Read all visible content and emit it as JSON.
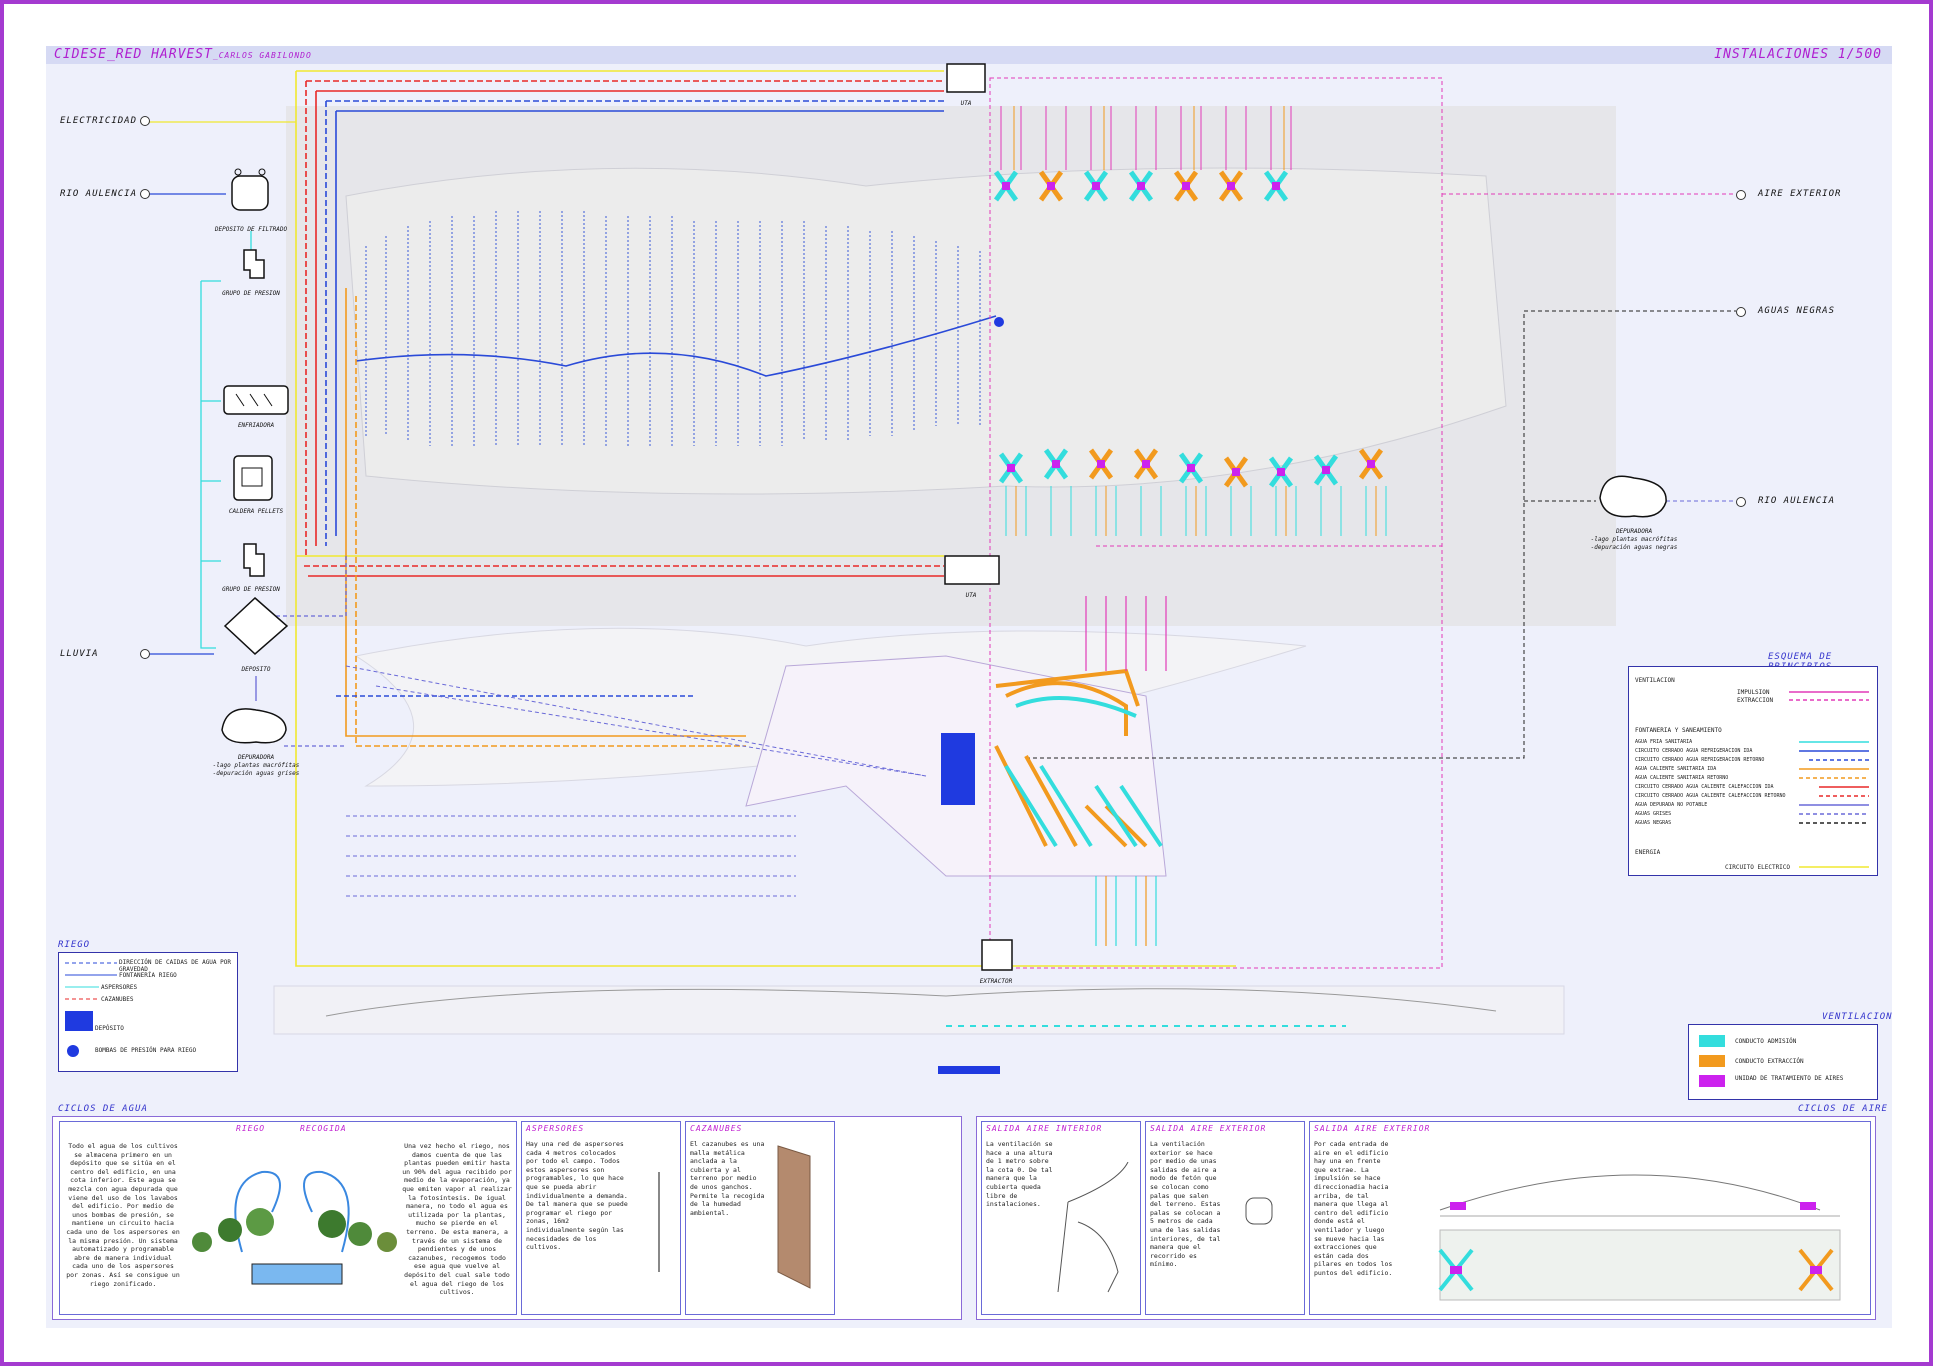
{
  "header": {
    "project": "CIDESE_RED HARVEST",
    "author": "_CARLOS GABILONDO",
    "sheet": "INSTALACIONES 1/500"
  },
  "sources_left": {
    "electricidad": "ELECTRICIDAD",
    "rio": "RIO AULENCIA",
    "lluvia": "LLUVIA"
  },
  "sinks_right": {
    "aire": "AIRE EXTERIOR",
    "aguas": "AGUAS NEGRAS",
    "rio": "RIO AULENCIA"
  },
  "equipment": {
    "filtrado": "DEPOSITO DE FILTRADO",
    "presion1": "GRUPO DE PRESION",
    "enfriadora": "ENFRIADORA",
    "caldera": "CALDERA PELLETS",
    "presion2": "GRUPO DE PRESION",
    "deposito": "DEPOSITO",
    "depuradora_grises_1": "DEPURADORA",
    "depuradora_grises_2": "-lago plantas macrófitas",
    "depuradora_grises_3": "-depuración aguas grises",
    "depuradora_negras_1": "DEPURADORA",
    "depuradora_negras_2": "-lago plantas macrófitas",
    "depuradora_negras_3": "-depuración aguas negras",
    "uta_top": "UTA",
    "uta_mid": "UTA",
    "extractor": "EXTRACTOR"
  },
  "legend_principios": {
    "title": "ESQUEMA DE PRINCIPIOS",
    "ventilacion": "VENTILACION",
    "impulsion": "IMPULSION",
    "extraccion": "EXTRACCION",
    "fontaneria": "FONTANERIA Y SANEAMIENTO",
    "rows": [
      "AGUA FRIA SANITARIA",
      "CIRCUITO CERRADO AGUA REFRIGERACION IDA",
      "CIRCUITO CERRADO AGUA REFRIGERACION RETORNO",
      "AGUA CALIENTE SANITARIA IDA",
      "AGUA CALIENTE SANITARIA RETORNO",
      "CIRCUITO CERRADO AGUA CALIENTE CALEFACCION IDA",
      "CIRCUITO CERRADO AGUA CALIENTE CALEFACCION RETORNO",
      "AGUA DEPURADA NO POTABLE",
      "AGUAS GRISES",
      "AGUAS NEGRAS"
    ],
    "energia": "ENERGIA",
    "circuito": "CIRCUITO ELECTRICO"
  },
  "legend_riego": {
    "title": "RIEGO",
    "r1": "DIRECCIÓN DE CAIDAS DE AGUA POR GRAVEDAD",
    "r2": "FONTANERÍA RIEGO",
    "r3": "ASPERSORES",
    "r4": "CAZANUBES",
    "r5": "DEPÓSITO",
    "r6": "BOMBAS DE PRESIÓN PARA RIEGO"
  },
  "legend_ventilacion": {
    "title": "VENTILACION",
    "v1": "CONDUCTO ADMISIÓN",
    "v2": "CONDUCTO EXTRACCIÓN",
    "v3": "UNIDAD DE TRATAMIENTO DE AIRES"
  },
  "ciclos_agua": {
    "title": "CICLOS DE AGUA",
    "riego": "RIEGO",
    "recogida": "RECOGIDA",
    "text_left": "Todo el agua de los cultivos se almacena primero en un depósito que se sitúa en el centro del edificio, en una cota inferior. Este agua se mezcla con agua depurada que viene del uso de los lavabos del edificio. Por medio de unos bombas de presión, se mantiene un circuito hacia cada uno de los aspersores en la misma presión. Un sistema automatizado y programable abre de manera individual cada uno de los aspersores por zonas. Así se consigue un riego zonificado.",
    "text_right": "Una vez hecho el riego, nos damos cuenta de que las plantas pueden emitir hasta un 90% del agua recibido por medio de la evaporación, ya que emiten vapor al realizar la fotosíntesis. De igual manera, no todo el agua es utilizada por la plantas, mucho se pierde en el terreno. De esta manera, a través de un sistema de pendientes y de unos cazanubes, recogemos todo ese agua que vuelve al depósito del cual sale todo el agua del riego de los cultivos.",
    "aspersores_title": "ASPERSORES",
    "aspersores_text": "Hay una red de aspersores cada 4 metros colocados por todo el campo. Todos estos aspersores son programables, lo que hace que se pueda abrir individualmente a demanda. De tal manera que se puede programar el riego por zonas, 16m2 individualmente según las necesidades de los cultivos.",
    "cazanubes_title": "CAZANUBES",
    "cazanubes_text": "El cazanubes es una malla metálica anclada a la cubierta y al terreno por medio de unos ganchos. Permite la recogida de la humedad ambiental."
  },
  "ciclos_aire": {
    "title": "CICLOS DE AIRE",
    "p1_title": "SALIDA AIRE INTERIOR",
    "p1_text": "La ventilación se hace a una altura de 1 metro sobre la cota 0. De tal manera que la cubierta queda libre de instalaciones.",
    "p2_title": "SALIDA AIRE EXTERIOR",
    "p2_text": "La ventilación exterior se hace por medio de unas salidas de aire a modo de fetón que se colocan como palas que salen del terreno. Estas palas se colocan a 5 metros de cada una de las salidas interiores, de tal manera que el recorrido es mínimo.",
    "p3_title": "SALIDA AIRE EXTERIOR",
    "p3_text": "Por cada entrada de aire en el edificio hay una en frente que extrae. La impulsión se hace direccionadia hacia arriba, de tal manera que llega al centro del edificio donde está el ventilador y luego se mueve hacia las extracciones que están cada dos pilares en todos los puntos del edificio."
  },
  "colors": {
    "accent": "#b020d0",
    "blue": "#3333cc",
    "cyan": "#33dddd",
    "orange": "#f29a1e",
    "magenta": "#cc22ee",
    "yellow": "#f0e830",
    "red": "#e82828"
  }
}
